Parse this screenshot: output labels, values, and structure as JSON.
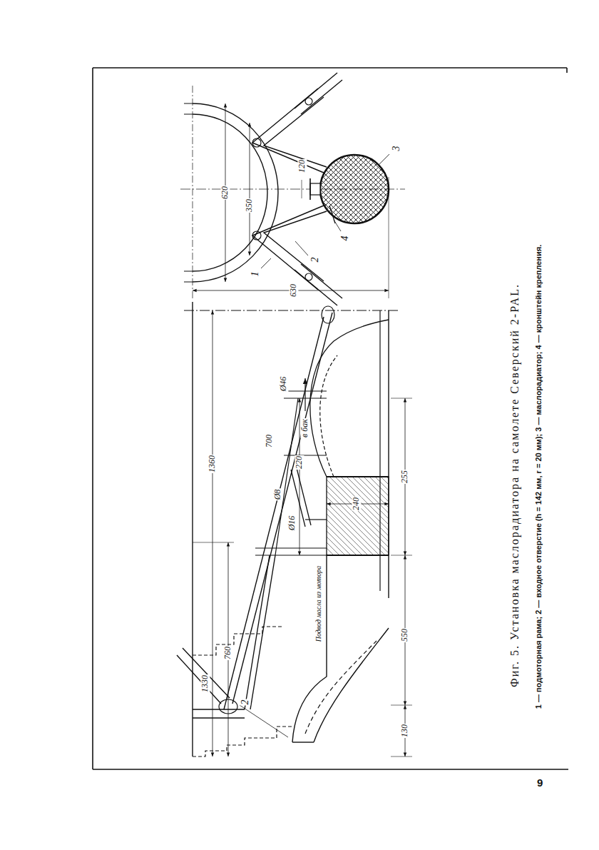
{
  "diagram": {
    "caption": "Фиг. 5. Установка маслорадиатора на самолете Северский 2-PAL.",
    "labels": [
      "1360",
      "700",
      "1330",
      "760",
      "в бак",
      "Ø46",
      "Ø8",
      "220",
      "Ø16",
      "Подвод масла из мотора",
      "240",
      "550",
      "255",
      "130",
      "2",
      "620",
      "350",
      "120",
      "1",
      "2",
      "4",
      "3",
      "630",
      "1 — подмоторная рама; 2 — входное отверстие (h = 142 мм, r = 20 мм); 3 — маслорадиатор; 4 — кронштейн крепления.",
      "9"
    ]
  }
}
